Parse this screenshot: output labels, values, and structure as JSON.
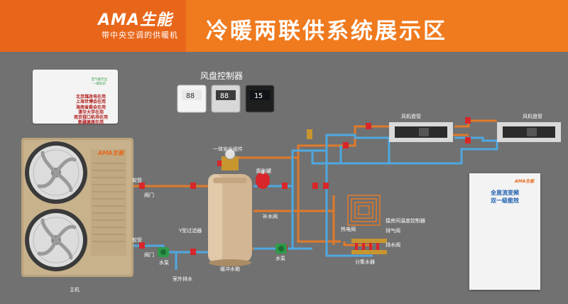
{
  "header": {
    "title": "冷暖两联供系统展示区",
    "brand": "AMA生能",
    "slogan": "带中央空调的供暖机",
    "colors": {
      "bar": "#f07a1e",
      "accent": "#e8661a"
    }
  },
  "certificate": {
    "lines": [
      "北京煤改电在用",
      "上海世博会在用",
      "海南省委会在用",
      "清华大学在用",
      "南京禄口机场在用",
      "新疆高原在用"
    ],
    "badge_text": "空气能行业一级标识"
  },
  "fan_controller": {
    "title": "风盘控制器",
    "display_values": [
      "88",
      "88",
      "15"
    ]
  },
  "labels": {
    "main_unit": "主机",
    "unit_brand": "AMA生能",
    "soft_pipe_top": "软管",
    "soft_pipe_bottom": "软管",
    "valve_top": "阀门",
    "valve_bottom": "阀门",
    "pump_left": "水泵",
    "pump_right": "水泵",
    "y_filter": "Y型过滤器",
    "outdoor_drain": "室外排水",
    "buffer_tank": "缓冲水箱",
    "safety_group": "一体安全组件",
    "expansion_tank": "膨胀罐",
    "makeup_valve": "补水阀",
    "fan_coil_1": "风机盘管",
    "fan_coil_2": "风机盘管",
    "thermal_valve": "热电阀",
    "room_temp_controller": "接房间温度控制器",
    "air_vent": "排气阀",
    "drain_valve": "排水阀",
    "manifold": "分集水器"
  },
  "promo": {
    "line1": "全直流变频",
    "line2": "双一级能效",
    "brand": "AMA生能"
  }
}
